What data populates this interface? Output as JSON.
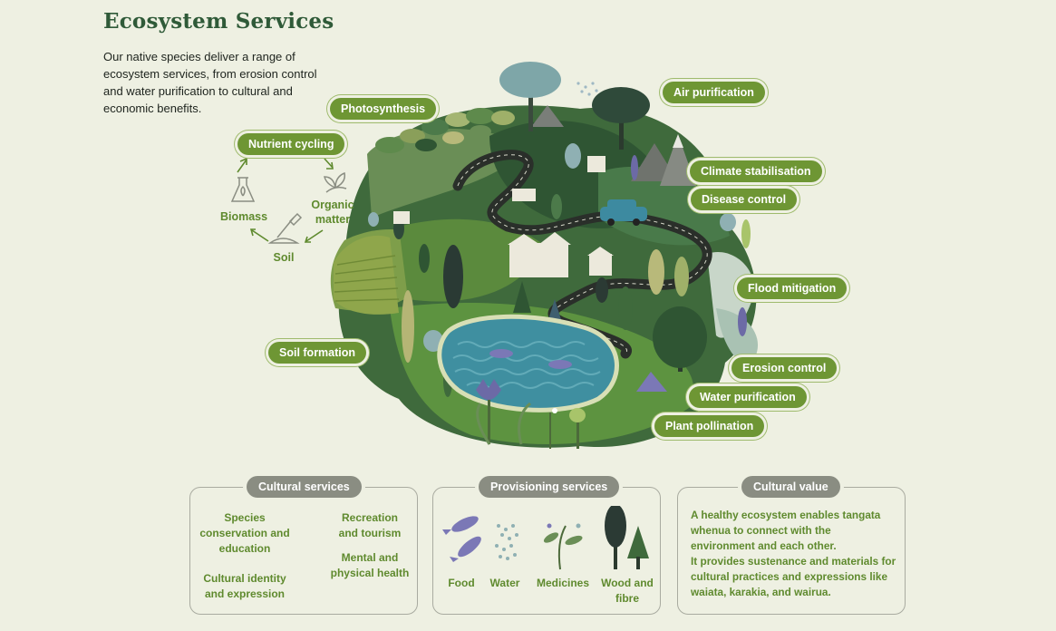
{
  "title": "Ecosystem Services",
  "intro": "Our native species deliver a range of ecosystem services, from erosion control and water purification to cultural and economic benefits.",
  "colors": {
    "accent_green": "#6e9634",
    "label_green": "#5f8a2e",
    "grey_header": "#8a8d82",
    "background": "#eef0e2",
    "title_green": "#2f5a38"
  },
  "services": {
    "photosynthesis": "Photosynthesis",
    "air_purification": "Air purification",
    "climate_stabilisation": "Climate stabilisation",
    "disease_control": "Disease control",
    "flood_mitigation": "Flood mitigation",
    "erosion_control": "Erosion control",
    "water_purification": "Water purification",
    "plant_pollination": "Plant pollination",
    "soil_formation": "Soil formation"
  },
  "cycle": {
    "nutrient_cycling": "Nutrient cycling",
    "organic_matter": "Organic matter",
    "soil": "Soil",
    "biomass": "Biomass"
  },
  "panels": {
    "cultural_services": {
      "heading": "Cultural services",
      "species": "Species conservation and education",
      "recreation": "Recreation and tourism",
      "identity": "Cultural identity and expression",
      "health": "Mental and physical health"
    },
    "provisioning_services": {
      "heading": "Provisioning services",
      "food": "Food",
      "water": "Water",
      "medicines": "Medicines",
      "wood": "Wood and fibre"
    },
    "cultural_value": {
      "heading": "Cultural value",
      "paragraph_1": "A healthy ecosystem enables tangata whenua to connect with the environment and each other.",
      "paragraph_2": "It provides sustenance and materials for cultural practices and expressions like waiata, karakia, and wairua."
    }
  },
  "icons": [
    "flask-leaf-icon",
    "sprout-icon",
    "shovel-soil-icon",
    "fish-icon",
    "rain-drops-icon",
    "medicinal-plant-icon",
    "tree-icon",
    "car-icon",
    "house-icon",
    "mountain-icon",
    "fish-in-pond-icon",
    "flower-icon",
    "tent-icon"
  ]
}
